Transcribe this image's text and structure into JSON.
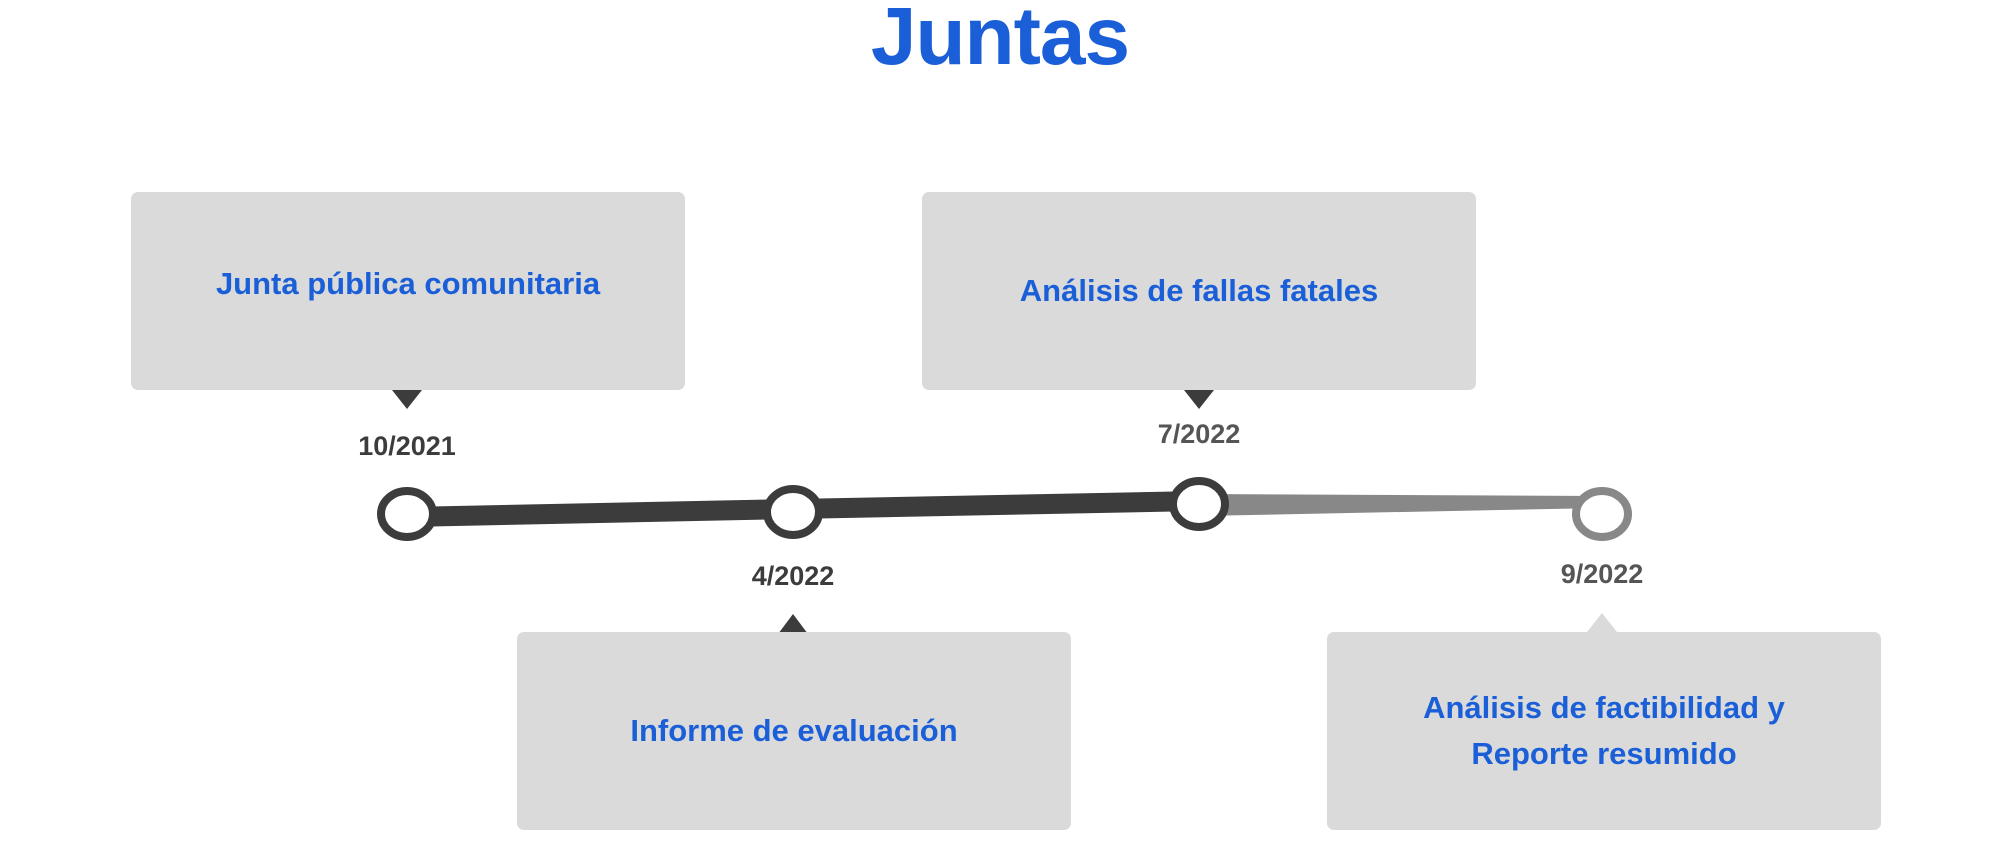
{
  "title": "Juntas",
  "colors": {
    "title": "#1a5fd8",
    "card_bg": "#dadada",
    "card_text": "#1a5fd8",
    "line_done": "#3c3c3c",
    "line_pending": "#888888",
    "date_done": "#3c3c3c",
    "date_pending": "#555555"
  },
  "milestones": [
    {
      "date": "10/2021",
      "label": "Junta pública comunitaria",
      "status": "done"
    },
    {
      "date": "4/2022",
      "label": "Informe de evaluación",
      "status": "done"
    },
    {
      "date": "7/2022",
      "label": "Análisis de fallas fatales",
      "status": "done"
    },
    {
      "date": "9/2022",
      "label": "Análisis de factibilidad y\nReporte resumido",
      "status": "pending"
    }
  ]
}
